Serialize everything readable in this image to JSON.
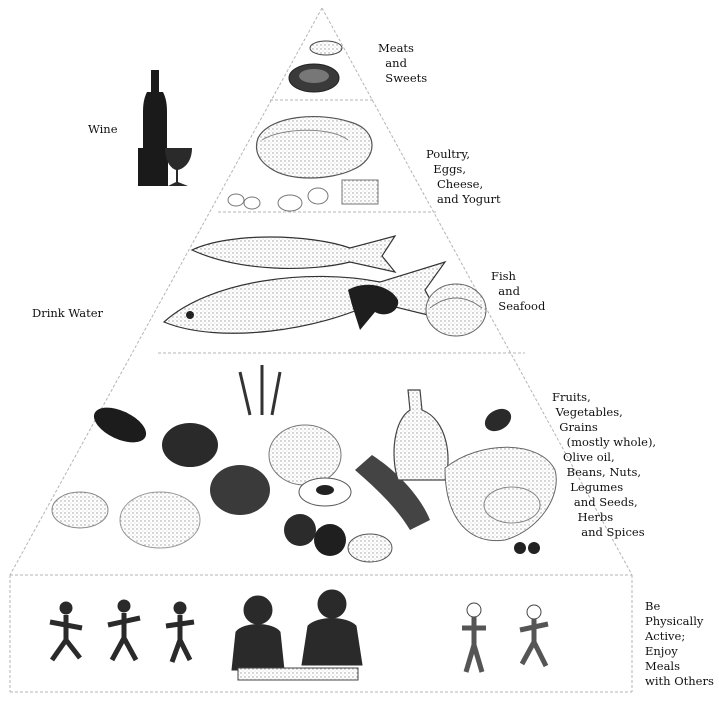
{
  "tiers": {
    "meats_sweets": "Meats\n  and\n  Sweets",
    "poultry": "Poultry,\n  Eggs,\n   Cheese,\n   and Yogurt",
    "fish": "Fish\n  and\n  Seafood",
    "plants": "Fruits,\n Vegetables,\n  Grains\n    (mostly whole),\n   Olive oil,\n    Beans, Nuts,\n     Legumes\n      and Seeds,\n       Herbs\n        and Spices",
    "activity": "Be\nPhysically\nActive;\nEnjoy\nMeals\nwith Others"
  },
  "side_labels": {
    "wine": "Wine",
    "water": "Drink Water"
  },
  "colors": {
    "line": "#b5b5b5",
    "ink": "#111111",
    "shade_dark": "#2a2a2a",
    "shade_mid": "#7a7a7a",
    "shade_light": "#cfcfcf"
  },
  "icons": [
    "wine-bottle-icon",
    "wine-glass-icon",
    "fish-icon",
    "chicken-icon",
    "vegetables-icon",
    "people-icon"
  ]
}
